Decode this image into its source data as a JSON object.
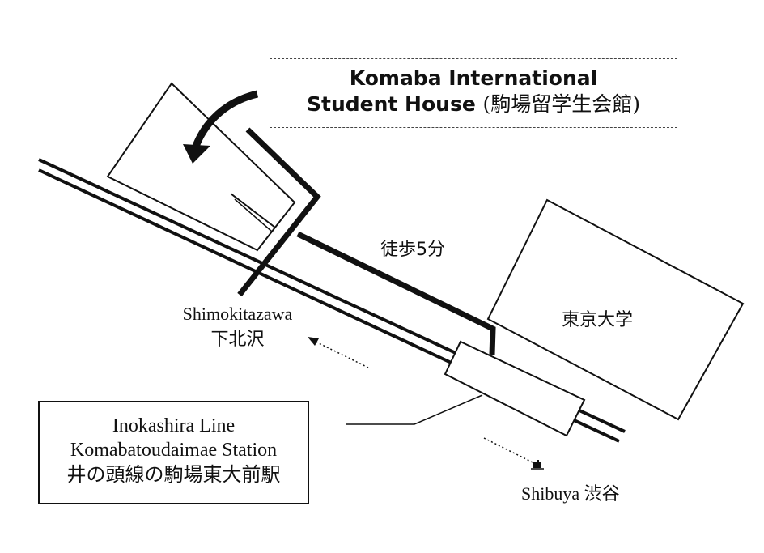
{
  "title": {
    "line1": "Komaba International",
    "line2_en": "Student House",
    "line2_ja": "(駒場留学生会館)"
  },
  "walk_label": "徒歩5分",
  "university_label": "東京大学",
  "shimokitazawa": {
    "en": "Shimokitazawa",
    "ja": "下北沢"
  },
  "station": {
    "line1": "Inokashira Line",
    "line2": "Komabatoudaimae Station",
    "line3": "井の頭線の駒場東大前駅"
  },
  "shibuya": {
    "en": "Shibuya",
    "ja": "渋谷"
  },
  "icons": [
    "curved-arrow-icon",
    "dotted-arrow-icon",
    "train-icon"
  ]
}
